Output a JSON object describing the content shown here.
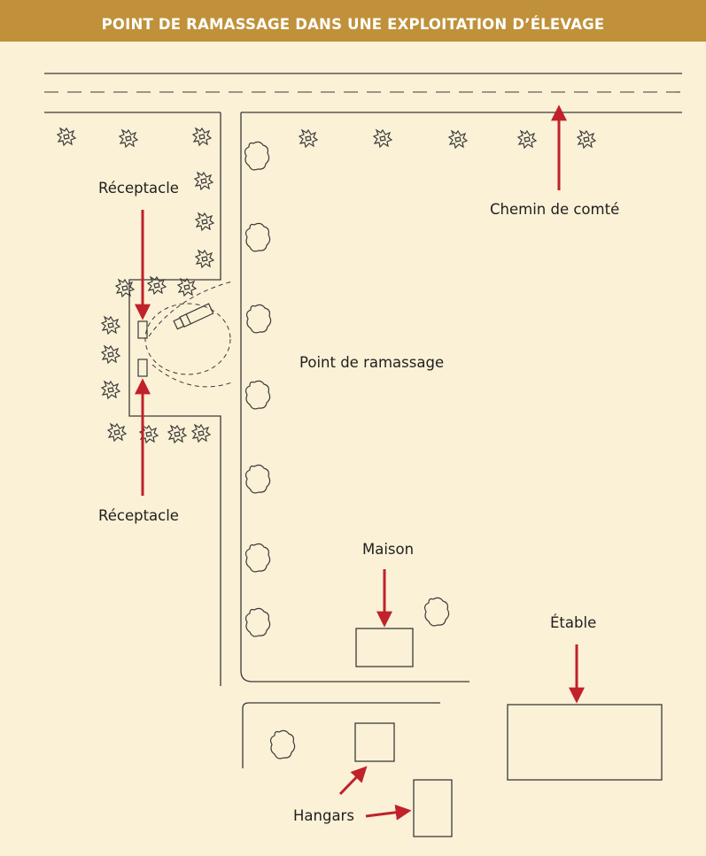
{
  "title": "POINT DE RAMASSAGE DANS UNE EXPLOITATION D’ÉLEVAGE",
  "labels": {
    "receptacle_top": "Réceptacle",
    "receptacle_bottom": "Réceptacle",
    "county_road": "Chemin de comté",
    "pickup_point": "Point de ramassage",
    "house": "Maison",
    "barn": "Étable",
    "sheds": "Hangars"
  },
  "colors": {
    "title_bar": "#c0913a",
    "background": "#fbf1d6",
    "arrow": "#c0212b",
    "ink": "#3a3a3a"
  }
}
